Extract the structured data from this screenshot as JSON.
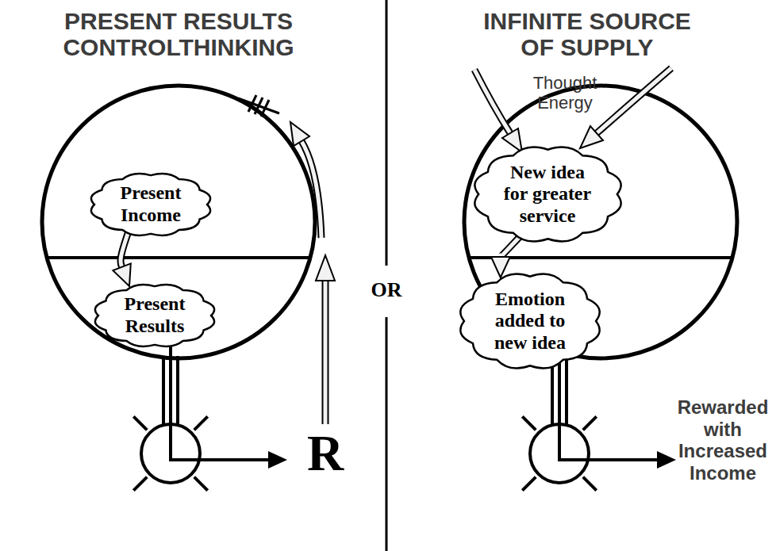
{
  "diagram": {
    "nodes": [
      {
        "text": [
          "Present Income"
        ]
      },
      {
        "text": [
          "Present Results"
        ]
      },
      {
        "text": [
          "New idea for greater service"
        ]
      },
      {
        "text": [
          "Emotion added to new idea"
        ]
      }
    ],
    "edges": [
      {
        "from": 0,
        "to": 1,
        "arrow": "to"
      },
      {
        "from": 2,
        "to": 3,
        "arrow": "to"
      }
    ],
    "labels": [
      "PRESENT RESULTS CONTROLTHINKING",
      "INFINITE SOURCE OF SUPPLY",
      "OR",
      "Thought Energy",
      "R",
      "Rewarded with Increased Income"
    ]
  }
}
